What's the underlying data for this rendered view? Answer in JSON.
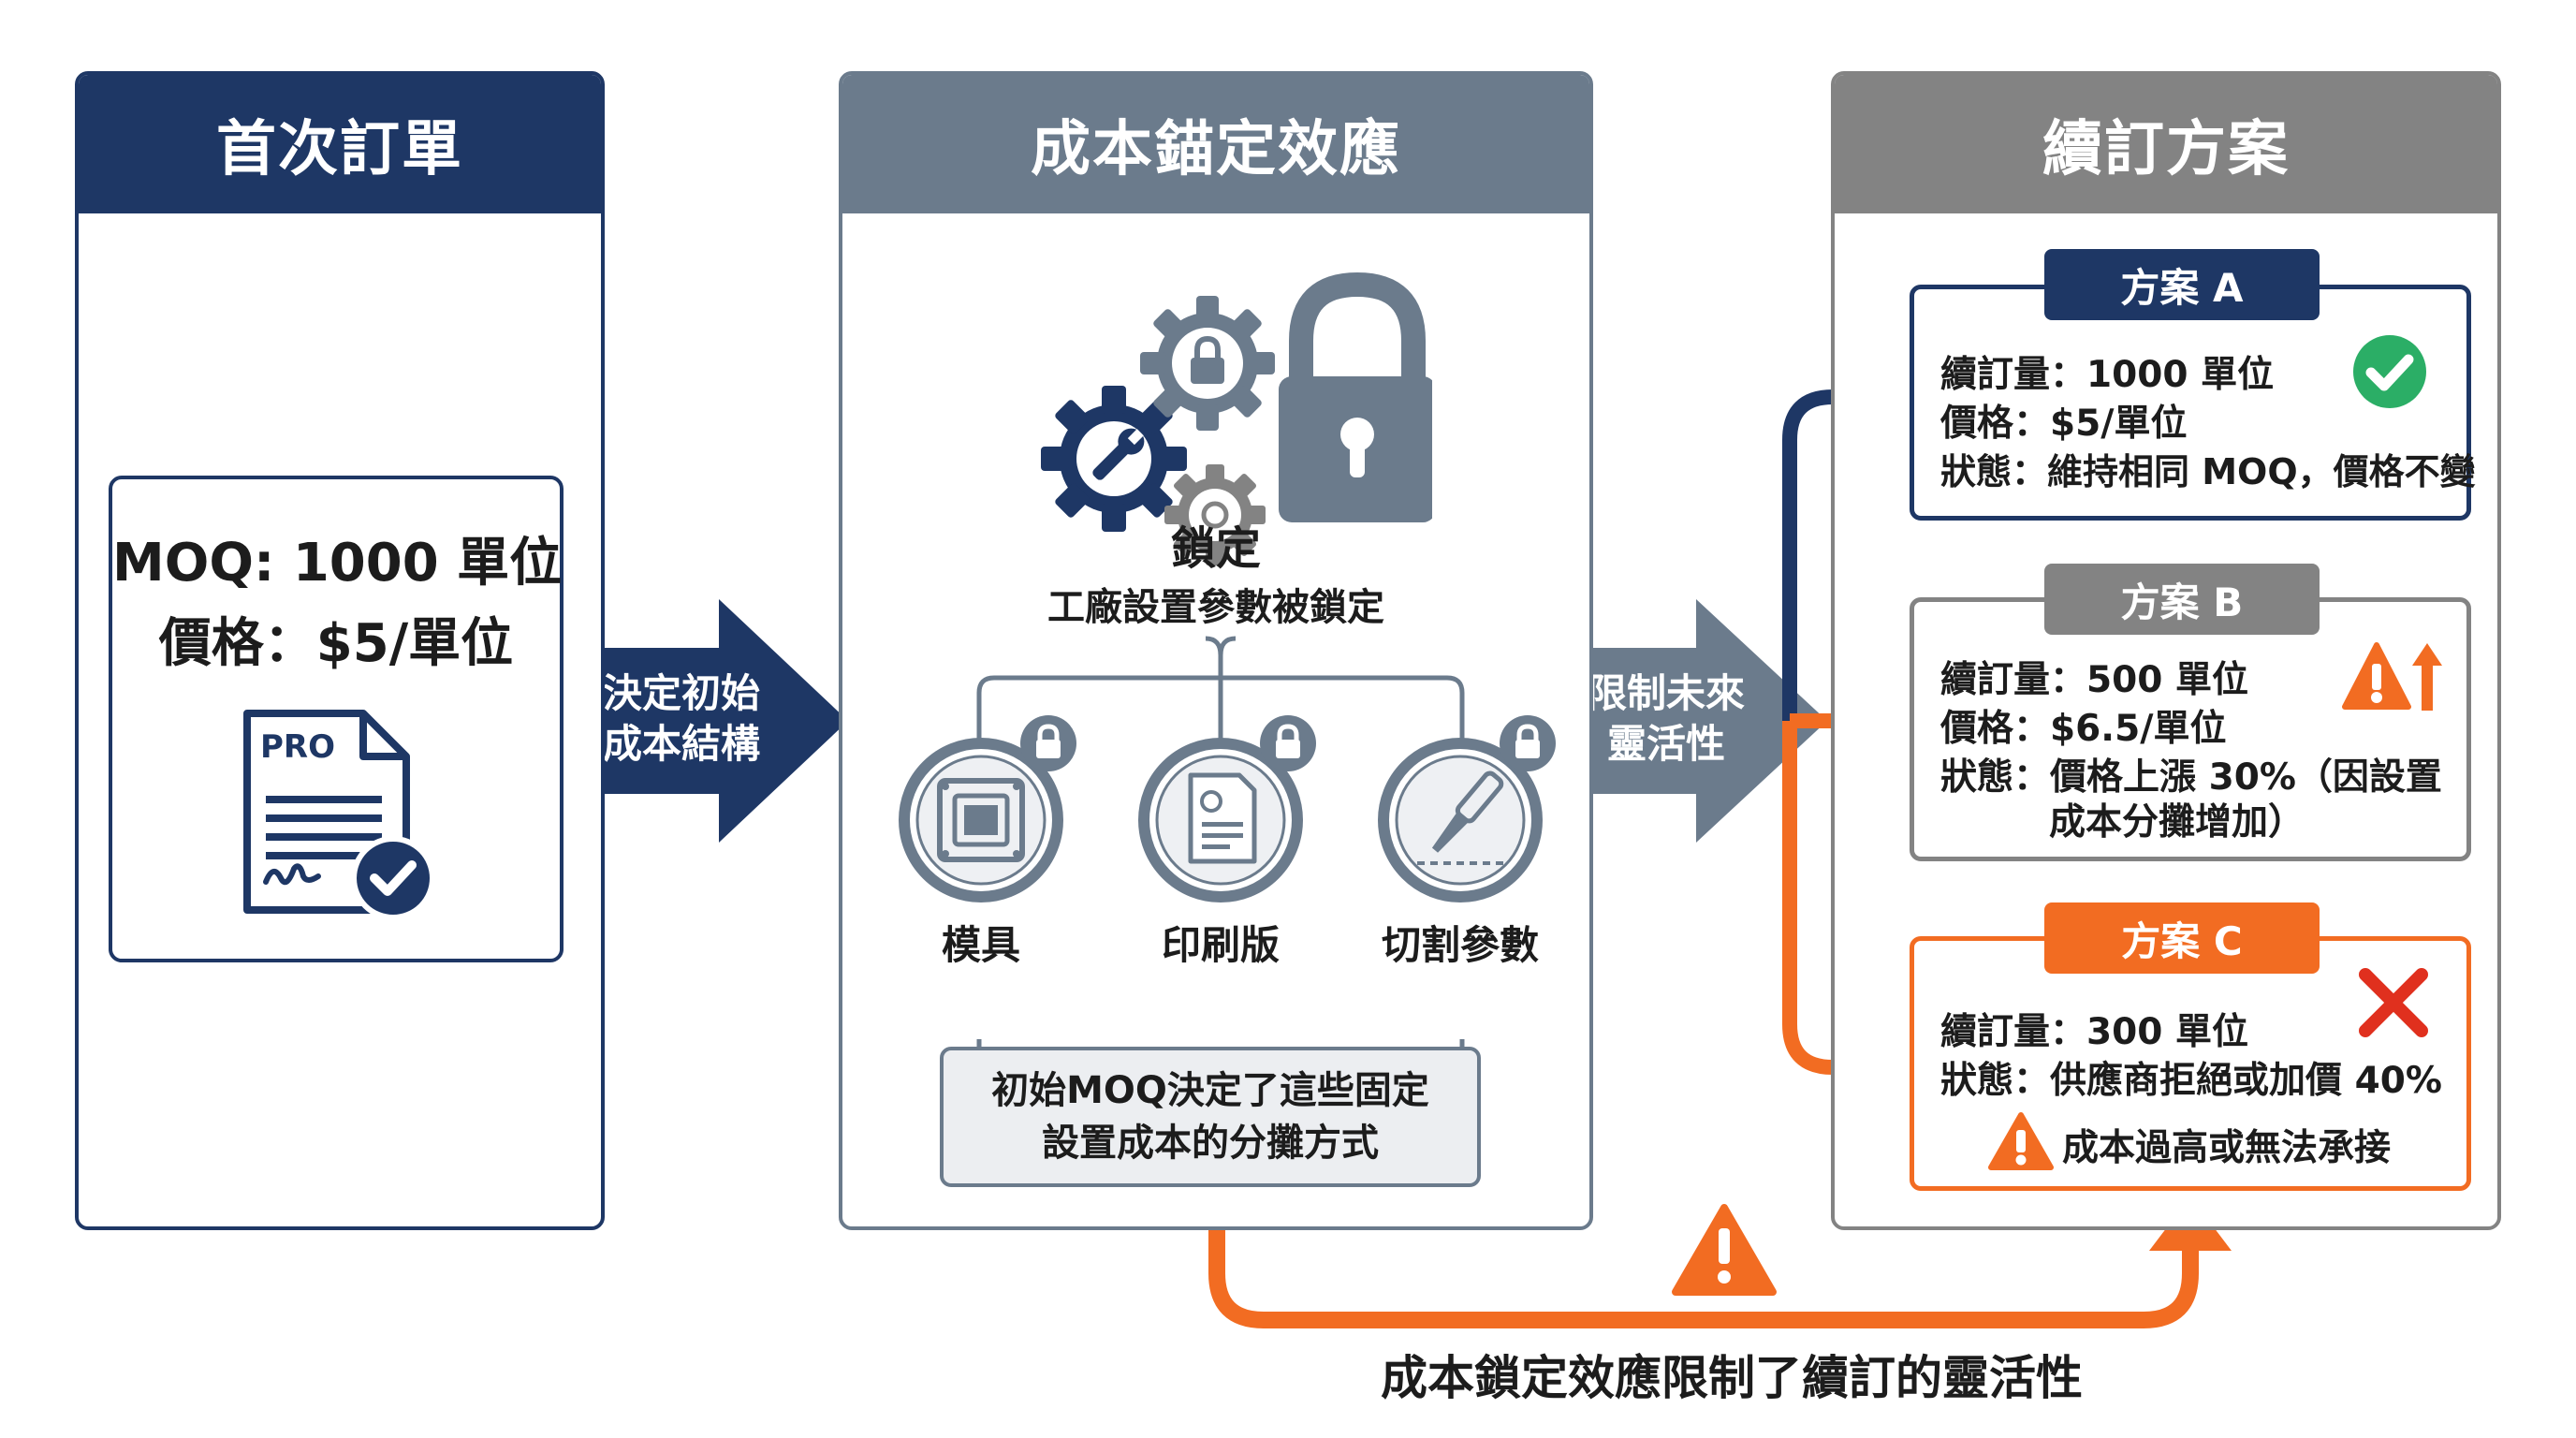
{
  "colors": {
    "navy": "#1e3765",
    "slate": "#6b7b8c",
    "gray": "#838383",
    "orange": "#f26c22",
    "green": "#2bae66",
    "red": "#e0301e"
  },
  "first_order": {
    "title": "首次訂單",
    "moq": "MOQ: 1000 單位",
    "price": "價格：$5/單位",
    "doc_label": "PRO",
    "icon": "signed-document-check-icon"
  },
  "arrow1": {
    "line1": "決定初始",
    "line2": "成本結構"
  },
  "lock_effect": {
    "title": "成本錨定效應",
    "lock_title": "鎖定",
    "lock_subtitle": "工廠設置參數被鎖定",
    "items": [
      {
        "label": "模具",
        "icon": "mold-icon"
      },
      {
        "label": "印刷版",
        "icon": "printing-plate-icon"
      },
      {
        "label": "切割參數",
        "icon": "cutting-tool-icon"
      }
    ],
    "note_line1": "初始MOQ決定了這些固定",
    "note_line2": "設置成本的分攤方式"
  },
  "arrow2": {
    "line1": "限制未來",
    "line2": "靈活性"
  },
  "reorder": {
    "title": "續訂方案",
    "plans": [
      {
        "tab": "方案 A",
        "line1": "續訂量：1000 單位",
        "line2": "價格：$5/單位",
        "line3": "狀態：維持相同 MOQ，價格不變",
        "status_icon": "check-circle-icon"
      },
      {
        "tab": "方案 B",
        "line1": "續訂量：500 單位",
        "line2": "價格：$6.5/單位",
        "line3": "狀態：價格上漲 30%（因設置",
        "line4": "成本分攤增加）",
        "status_icon": "warning-up-arrow-icon"
      },
      {
        "tab": "方案 C",
        "line1": "續訂量：300 單位",
        "line2": "狀態：供應商拒絕或加價 40%",
        "warning": "成本過高或無法承接",
        "status_icon": "x-mark-icon"
      }
    ]
  },
  "footer": {
    "caption": "成本鎖定效應限制了續訂的靈活性"
  }
}
